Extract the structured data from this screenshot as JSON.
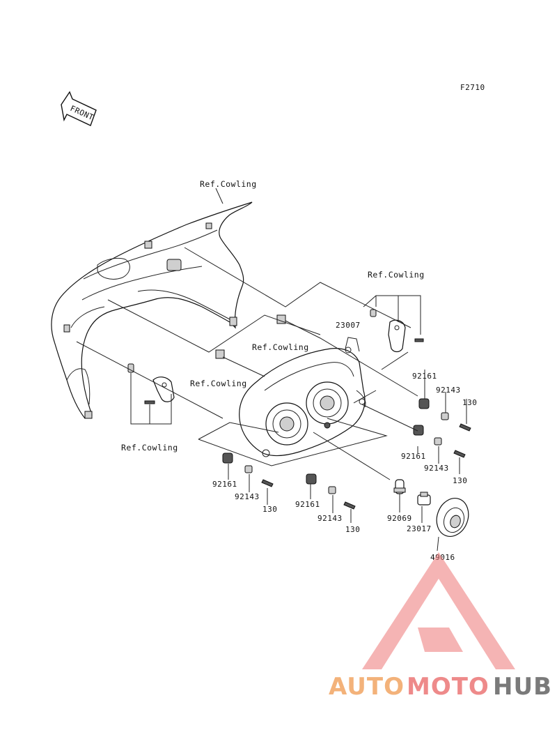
{
  "diagram": {
    "code": "F2710",
    "front_arrow": "FRONT",
    "ref_labels": [
      "Ref.Cowling",
      "Ref.Cowling",
      "Ref.Cowling",
      "Ref.Cowling",
      "Ref.Cowling"
    ],
    "parts": {
      "headlight": "23007",
      "bulb": "92069",
      "socket": "23017",
      "cap": "49016",
      "grommet": "92161",
      "collar": "92143",
      "bolt": "130"
    }
  },
  "watermark": {
    "word1": "AUTO",
    "word2": "MOTO",
    "word3": "HUB",
    "color1": "#f3b27a",
    "color2": "#ee8a8a",
    "color3": "#7a7a7a"
  }
}
